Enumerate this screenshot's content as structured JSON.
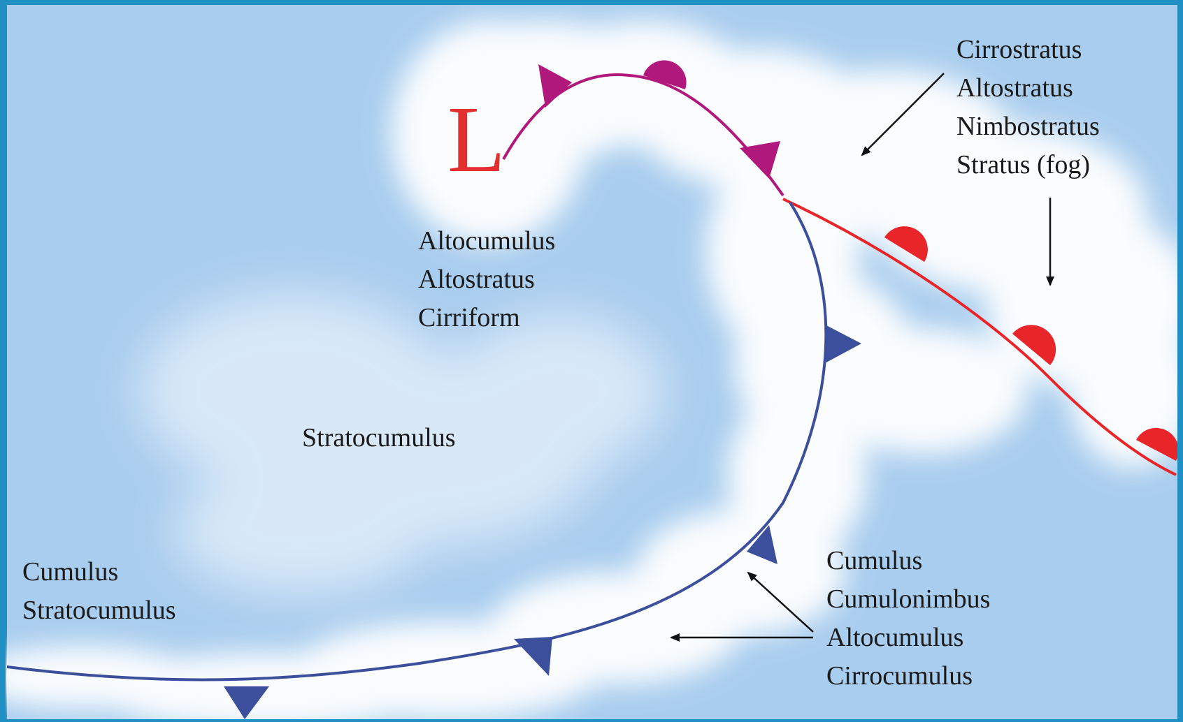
{
  "low_pressure_symbol": "L",
  "colors": {
    "sky": "#a9cdee",
    "cloud": "#ffffff",
    "cold_front": "#3c4f9c",
    "warm_front": "#e8262a",
    "occluded_front": "#b0187c",
    "low_symbol": "#e1302e",
    "border": "#1f8fc4"
  },
  "groups": {
    "occlusion": [
      "Altocumulus",
      "Altostratus",
      "Cirriform"
    ],
    "warm_front": [
      "Cirrostratus",
      "Altostratus",
      "Nimbostratus",
      "Stratus (fog)"
    ],
    "warm_sector": [
      "Stratocumulus"
    ],
    "behind_cold_front": [
      "Cumulus",
      "Stratocumulus"
    ],
    "cold_front": [
      "Cumulus",
      "Cumulonimbus",
      "Altocumulus",
      "Cirrocumulus"
    ]
  }
}
